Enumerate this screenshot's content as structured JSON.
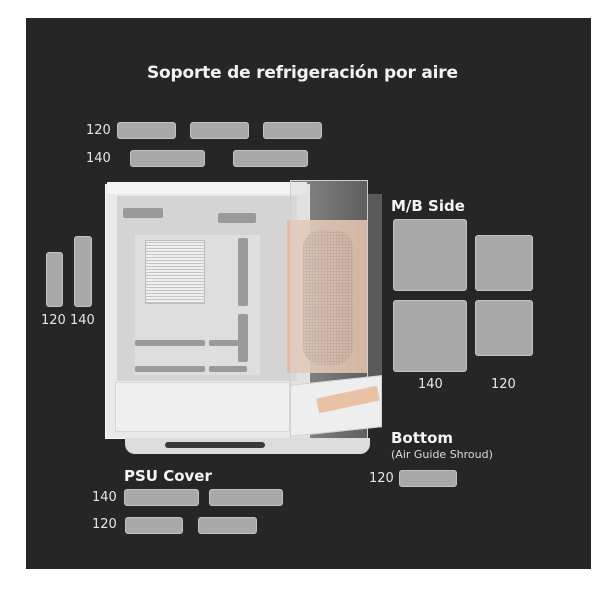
{
  "title": "Soporte de refrigeración por aire",
  "colors": {
    "panel_bg": "#262626",
    "fan_slot": "#a9a9a9",
    "highlight": "#e8b898",
    "text": "#f2f2f2"
  },
  "top": {
    "rows": [
      {
        "label": "120",
        "slots": 3
      },
      {
        "label": "140",
        "slots": 2
      }
    ]
  },
  "front": {
    "labels": [
      "120",
      "140"
    ]
  },
  "mb_side": {
    "heading": "M/B Side",
    "column_labels": [
      "140",
      "120"
    ],
    "slots_per_column": 2
  },
  "bottom": {
    "heading": "Bottom",
    "subheading": "(Air Guide Shroud)",
    "rows": [
      {
        "label": "120",
        "slots": 1
      }
    ]
  },
  "psu_cover": {
    "heading": "PSU Cover",
    "rows": [
      {
        "label": "140",
        "slots": 2
      },
      {
        "label": "120",
        "slots": 2
      }
    ]
  },
  "illustration": {
    "subject": "pc-case-side-view",
    "highlighted_zones": [
      "mb-side-fan-mount",
      "bottom-air-guide-shroud"
    ]
  }
}
